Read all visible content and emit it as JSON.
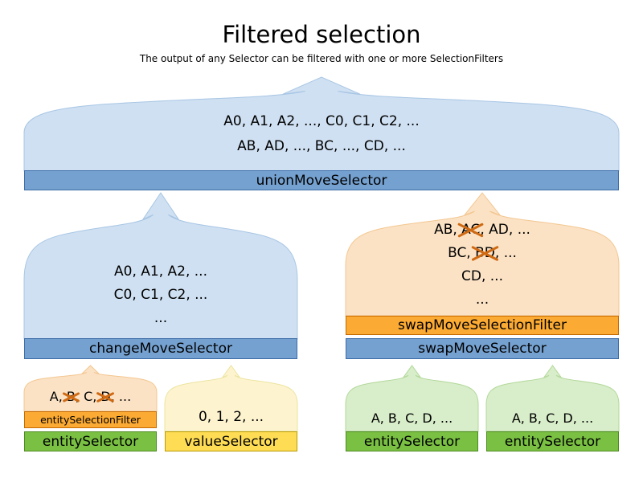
{
  "title": "Filtered selection",
  "subtitle": "The output of any Selector can be filtered with one or more SelectionFilters",
  "colors": {
    "blue_bar": "#75a1d0",
    "blue_bar_border": "#3d6da8",
    "blue_funnel": "#cfe0f2",
    "orange_bar": "#fbaa33",
    "orange_bar_border": "#c66a00",
    "orange_funnel": "#fbe2c5",
    "green_bar": "#7ac143",
    "green_bar_border": "#4c8a1f",
    "green_funnel": "#d8edc9",
    "yellow_bar": "#fedd55",
    "yellow_bar_border": "#b89b00",
    "yellow_funnel": "#fdf4cf",
    "cross_mark": "#cf6a13"
  },
  "union_funnel": {
    "lines": [
      "A0, A1, A2, ..., C0, C1, C2, ...",
      "AB, AD, ..., BC, ..., CD, ..."
    ],
    "bar_label": "unionMoveSelector"
  },
  "change_funnel": {
    "lines": [
      "A0, A1, A2, ...",
      "C0, C1, C2, ...",
      "..."
    ],
    "bar_label": "changeMoveSelector"
  },
  "swap_funnel": {
    "lines": [
      "AB, ~~AC~~, AD, ...",
      "BC, ~~BD~~, ...",
      "CD, ...",
      "..."
    ],
    "filter_bar_label": "swapMoveSelectionFilter",
    "bar_label": "swapMoveSelector"
  },
  "filtered_entity_funnel": {
    "lines": [
      "A, ~~B~~, C, ~~D~~, ..."
    ],
    "filter_bar_label": "entitySelectionFilter",
    "bar_label": "entitySelector"
  },
  "value_funnel": {
    "lines": [
      "0, 1, 2, ..."
    ],
    "bar_label": "valueSelector"
  },
  "entity_funnel_left": {
    "lines": [
      "A, B, C, D, ..."
    ],
    "bar_label": "entitySelector"
  },
  "entity_funnel_right": {
    "lines": [
      "A, B, C, D, ..."
    ],
    "bar_label": "entitySelector"
  }
}
